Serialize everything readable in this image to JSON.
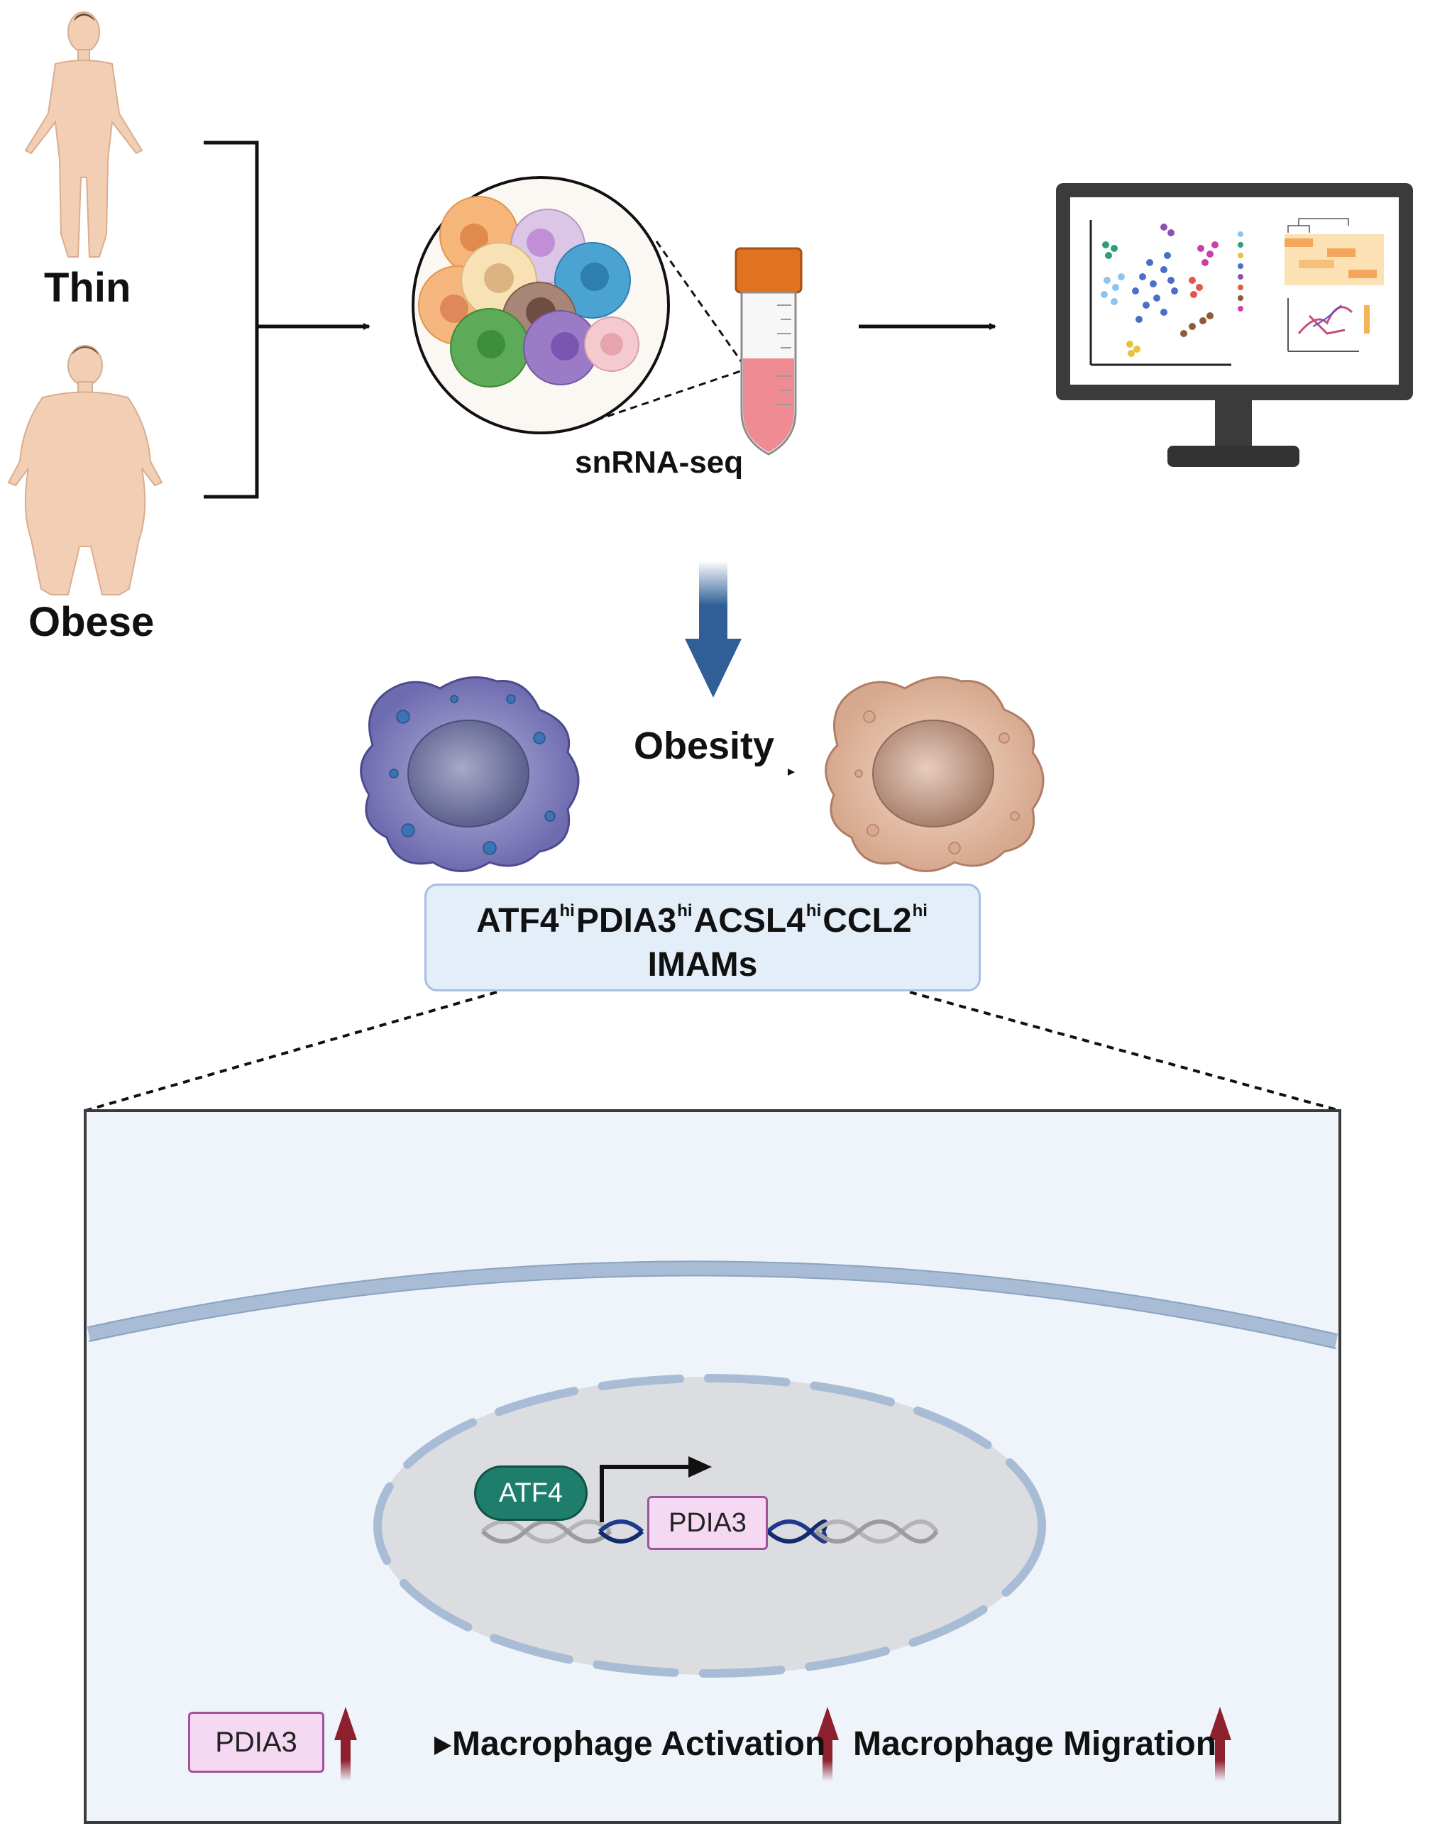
{
  "labels": {
    "thin": "Thin",
    "obese": "Obese",
    "snrnaseq": "snRNA-seq",
    "obesity": "Obesity"
  },
  "phenotype": {
    "genes": [
      {
        "name": "ATF4",
        "sup": "hi"
      },
      {
        "name": "PDIA3",
        "sup": "hi"
      },
      {
        "name": "ACSL4",
        "sup": "hi"
      },
      {
        "name": "CCL2",
        "sup": "hi"
      }
    ],
    "cell_type": "IMAMs"
  },
  "mechanism": {
    "tf": "ATF4",
    "target_gene": "PDIA3"
  },
  "bottom": {
    "gene": "PDIA3",
    "effect1": "Macrophage Activation",
    "effect2": "Macrophage Migration"
  },
  "colors": {
    "down_arrow": "#2f5f96",
    "up_arrow": "#8e1f2c",
    "atf4": "#1f7d6b",
    "gene_box": "#f5d9f2",
    "panel_bg": "#eef4f9",
    "nucleus": "#dcdde0",
    "membrane": "#a9bcd6",
    "dna": "#1d3a8f"
  }
}
